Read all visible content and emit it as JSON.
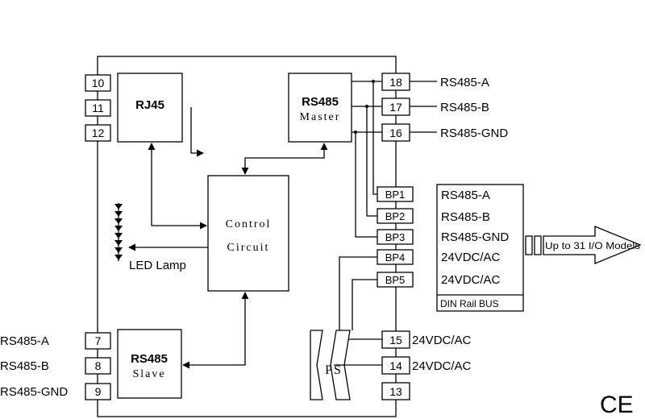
{
  "blocks": {
    "rj45": "RJ45",
    "master_title": "RS485",
    "master_sub": "Master",
    "control_line1": "Control",
    "control_line2": "Circuit",
    "slave_title": "RS485",
    "slave_sub": "Slave",
    "ps": "PS",
    "led_lamp": "LED Lamp"
  },
  "terminals_left": [
    {
      "num": "10",
      "label": ""
    },
    {
      "num": "11",
      "label": ""
    },
    {
      "num": "12",
      "label": ""
    },
    {
      "num": "7",
      "label": "RS485-A"
    },
    {
      "num": "8",
      "label": "RS485-B"
    },
    {
      "num": "9",
      "label": "RS485-GND"
    }
  ],
  "terminals_right": [
    {
      "num": "18",
      "label": "RS485-A"
    },
    {
      "num": "17",
      "label": "RS485-B"
    },
    {
      "num": "16",
      "label": "RS485-GND"
    },
    {
      "num": "15",
      "label": "24VDC/AC"
    },
    {
      "num": "14",
      "label": "24VDC/AC"
    },
    {
      "num": "13",
      "label": ""
    }
  ],
  "bp_terminals": [
    "BP1",
    "BP2",
    "BP3",
    "BP4",
    "BP5"
  ],
  "din_rail": {
    "rows": [
      "RS485-A",
      "RS485-B",
      "RS485-GND",
      "24VDC/AC",
      "24VDC/AC"
    ],
    "footer": "DIN Rail BUS"
  },
  "expansion_arrow": "Up to 31 I/O Models",
  "ce_mark": "CE"
}
